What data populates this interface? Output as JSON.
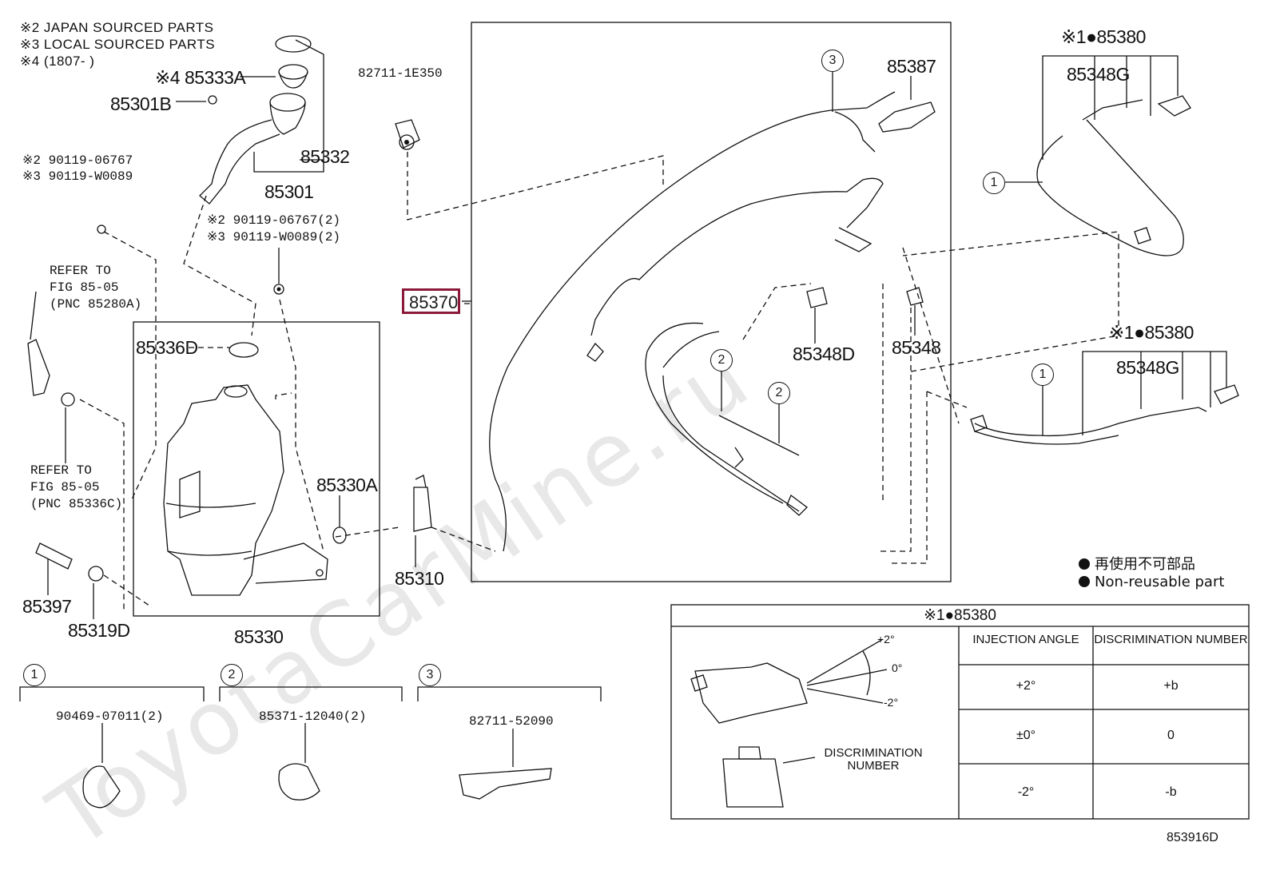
{
  "notes": [
    "※2 JAPAN SOURCED PARTS",
    "※3 LOCAL SOURCED PARTS",
    "※4 (1807-      )"
  ],
  "refs": {
    "fig_a": [
      "REFER TO",
      "FIG 85-05",
      "(PNC 85280A)"
    ],
    "fig_b": [
      "REFER TO",
      "FIG 85-05",
      "(PNC 85336C)"
    ]
  },
  "parts": {
    "p85333a": "※4 85333A",
    "p85301b": "85301B",
    "p85332": "85332",
    "p85301": "85301",
    "p82711_1e350": "82711-1E350",
    "bolt_a_2": "※2 90119-06767",
    "bolt_a_3": "※3 90119-W0089",
    "bolt_b_2": "※2 90119-06767(2)",
    "bolt_b_3": "※3 90119-W0089(2)",
    "p85336d": "85336D",
    "p85330a": "85330A",
    "p85310": "85310",
    "p85397": "85397",
    "p85319d": "85319D",
    "p85330": "85330",
    "p85370": "85370",
    "p85387": "85387",
    "p85348d": "85348D",
    "p85348": "85348",
    "p85380_top": "※1●85380",
    "p85348g_top": "85348G",
    "p85380_mid": "※1●85380",
    "p85348g_mid": "85348G"
  },
  "callouts": {
    "c1_label": "1",
    "c2_label": "2",
    "c3_label": "3",
    "c1_part": "90469-07011(2)",
    "c2_part": "85371-12040(2)",
    "c3_part": "82711-52090"
  },
  "legend": {
    "jp": "再使用不可部品",
    "en": "Non-reusable part"
  },
  "table": {
    "title": "※1●85380",
    "col1": "INJECTION ANGLE",
    "col2": "DISCRIMINATION NUMBER",
    "rows": [
      {
        "angle": "+2°",
        "num": "+b"
      },
      {
        "angle": "±0°",
        "num": "0"
      },
      {
        "angle": "-2°",
        "num": "-b"
      }
    ],
    "angle_marks": [
      "+2°",
      "0°",
      "-2°"
    ],
    "disc_label": "DISCRIMINATION NUMBER"
  },
  "fig_id": "853916D",
  "watermark": "ToyotaCarMine.ru",
  "colors": {
    "highlight": "#8b1a3a",
    "ink": "#111111"
  }
}
